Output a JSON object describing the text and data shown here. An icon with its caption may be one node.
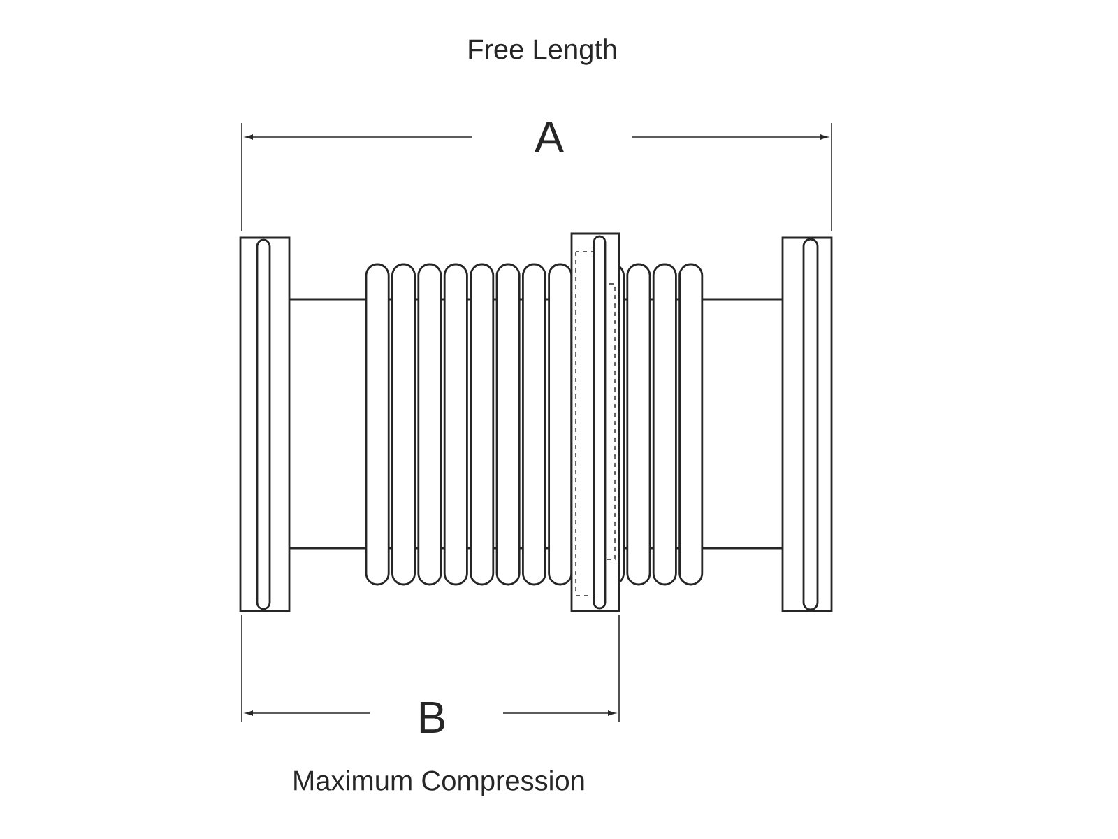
{
  "diagram": {
    "labels": [
      "Free Length",
      "A",
      "B",
      "Maximum Compression"
    ]
  }
}
